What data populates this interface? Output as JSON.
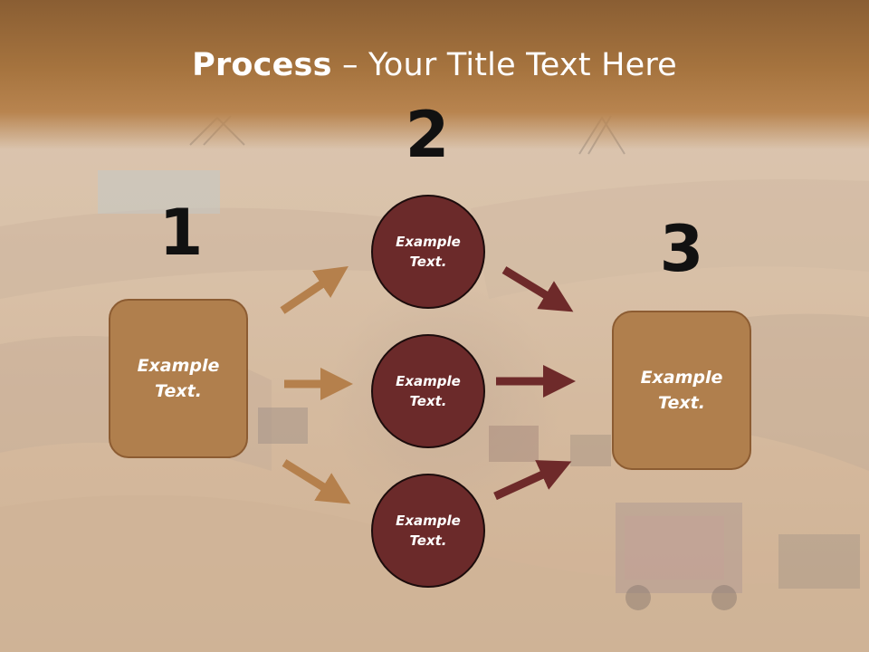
{
  "title": {
    "bold": "Process",
    "rest": " – Your Title Text Here"
  },
  "steps": {
    "one": {
      "number": "1",
      "label": "Example\nText."
    },
    "two": {
      "number": "2"
    },
    "three": {
      "number": "3",
      "label": "Example\nText."
    }
  },
  "circles": [
    {
      "label": "Example\nText."
    },
    {
      "label": "Example\nText."
    },
    {
      "label": "Example\nText."
    }
  ],
  "colors": {
    "box_fill": "#b07f4d",
    "circle_fill": "#6b2a2a",
    "arrow_tan": "#b5804c",
    "arrow_maroon": "#6e2a2a",
    "title_band": "#a5733e"
  }
}
